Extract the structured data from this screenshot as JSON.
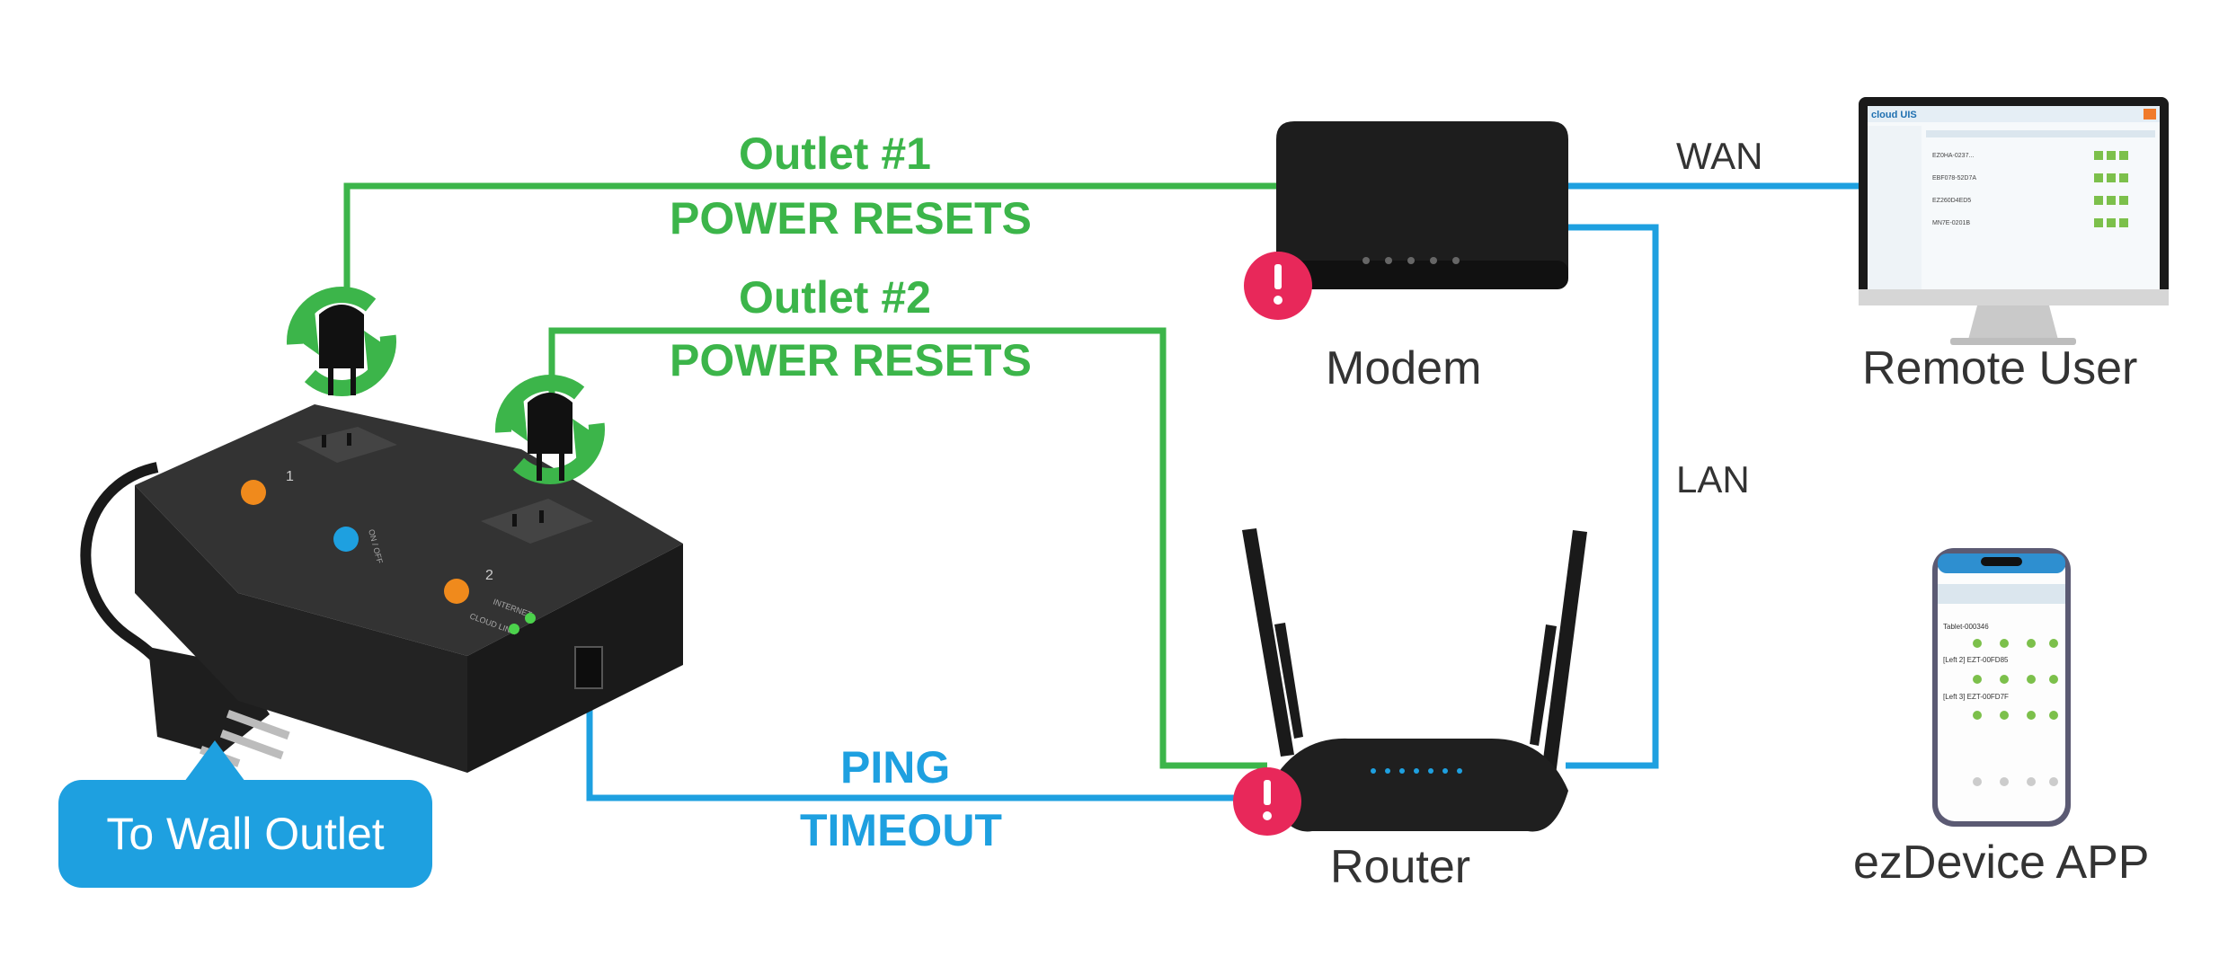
{
  "links": {
    "outlet1_title": "Outlet #1",
    "outlet1_sub": "POWER RESETS",
    "outlet2_title": "Outlet #2",
    "outlet2_sub": "POWER RESETS",
    "ping_title": "PING",
    "ping_sub": "TIMEOUT",
    "wan": "WAN",
    "lan": "LAN"
  },
  "devices": {
    "modem": "Modem",
    "router": "Router",
    "remote_user": "Remote User",
    "app": "ezDevice APP",
    "wall_outlet": "To Wall Outlet"
  },
  "power_strip": {
    "outlet1_number": "1",
    "outlet2_number": "2",
    "button_label": "ON / OFF",
    "led_internet": "INTERNET",
    "led_cloud": "CLOUD LINK"
  },
  "monitor_screen": {
    "brand": "cloud UIS",
    "rows": [
      "EZ0HA-0237...",
      "EBF078-52D7A",
      "EZ260D4ED5",
      "MN7E-0201B"
    ]
  },
  "phone_screen": {
    "rows": [
      "Tablet-000346",
      "[Left 2] EZT-00FD85",
      "[Left 3] EZT-00FD7F"
    ]
  },
  "colors": {
    "green": "#3cb54a",
    "blue": "#1ea0e0",
    "alert": "#e8285a",
    "device": "#222222"
  }
}
